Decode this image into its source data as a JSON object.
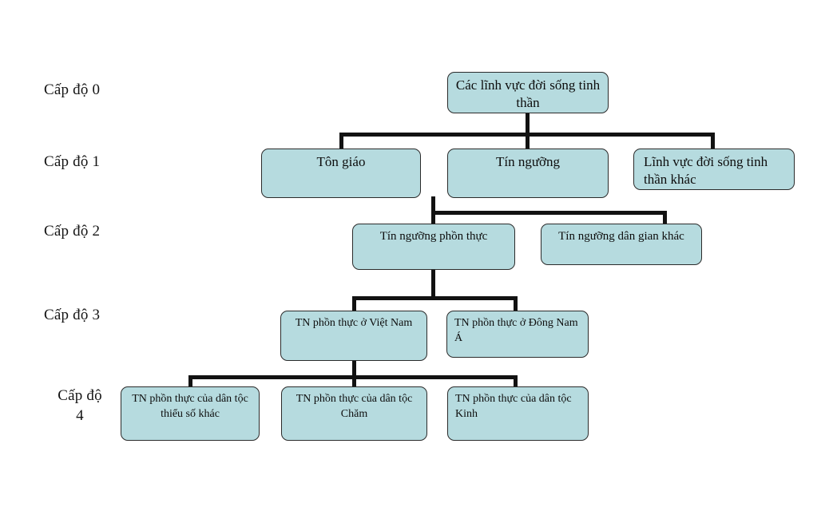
{
  "diagram": {
    "title": "Cac linh vuc doi song tinh than hierarchy",
    "colors": {
      "node_fill": "#b6dbdf",
      "node_border": "#2b2b2b",
      "connector": "#121212",
      "background": "#ffffff",
      "text": "#0d0d0d"
    },
    "level_labels": [
      {
        "id": "level-0",
        "text": "Cấp độ 0"
      },
      {
        "id": "level-1",
        "text": "Cấp độ 1"
      },
      {
        "id": "level-2",
        "text": "Cấp độ 2"
      },
      {
        "id": "level-3",
        "text": "Cấp độ 3"
      },
      {
        "id": "level-4",
        "text": "Cấp độ\n4"
      }
    ],
    "nodes": {
      "root": "Các lĩnh vực đời sống tinh thần",
      "ton_giao": "Tôn giáo",
      "tin_nguong": "Tín ngưỡng",
      "linh_vuc_khac": "Lĩnh vực đời sống tinh thần khác",
      "phon_thuc": "Tín ngưỡng phồn thực",
      "dan_gian_khac": "Tín ngưỡng dân gian khác",
      "tn_viet_nam": "TN phồn thực ở Việt Nam",
      "tn_dong_nam_a": "TN phồn thực ở Đông Nam Á",
      "tn_thieu_so": "TN phồn thực của dân tộc thiểu số khác",
      "tn_cham": "TN phồn thực của dân tộc Chăm",
      "tn_kinh": "TN phồn thực của dân tộc Kinh"
    }
  }
}
